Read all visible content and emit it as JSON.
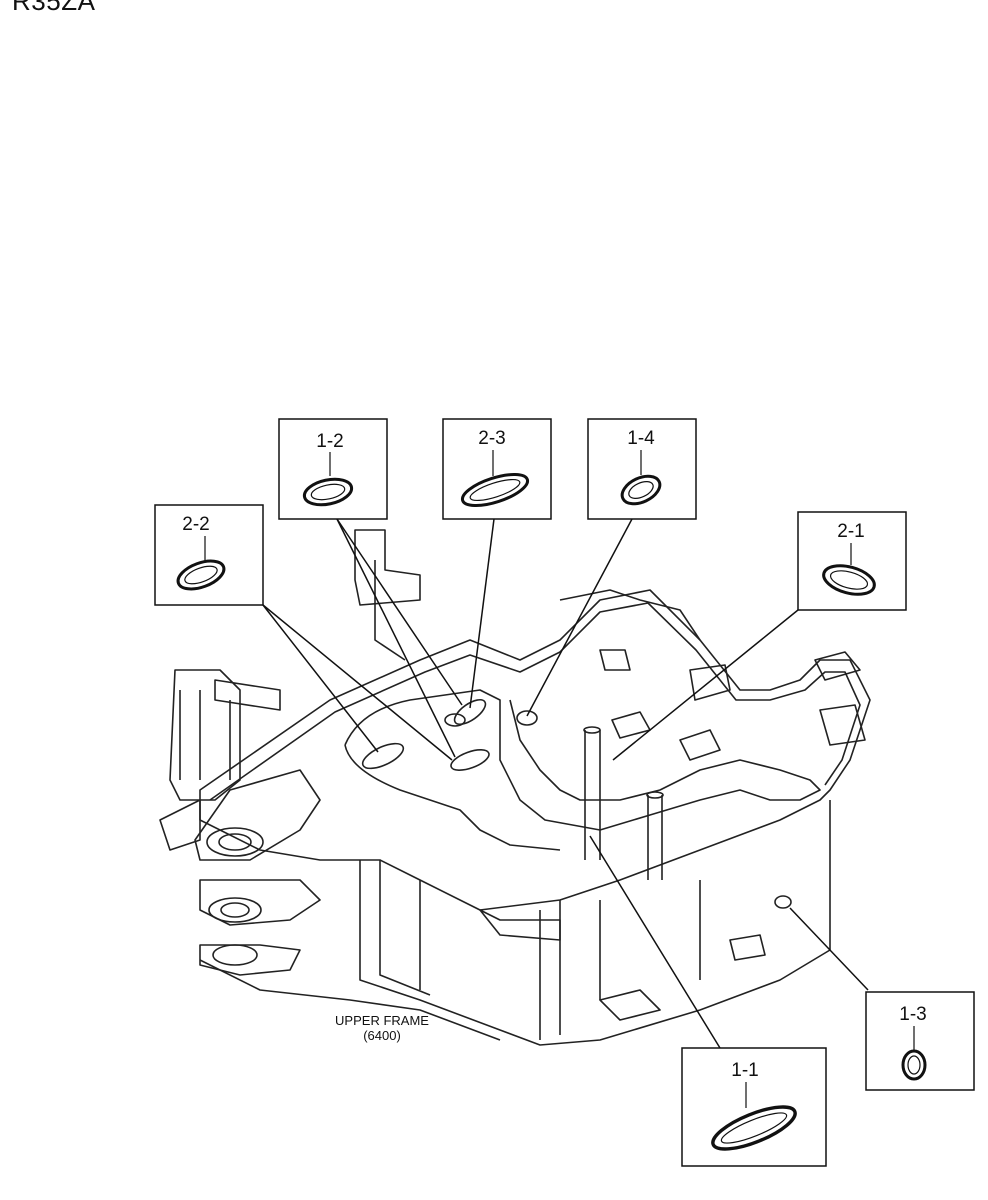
{
  "header": {
    "model": "R35ZA",
    "title": ""
  },
  "frame": {
    "name_line1": "UPPER FRAME",
    "name_line2": "(6400)"
  },
  "callouts": [
    {
      "id": "1-2",
      "label": "1-2"
    },
    {
      "id": "2-3",
      "label": "2-3"
    },
    {
      "id": "1-4",
      "label": "1-4"
    },
    {
      "id": "2-2",
      "label": "2-2"
    },
    {
      "id": "2-1",
      "label": "2-1"
    },
    {
      "id": "1-3",
      "label": "1-3"
    },
    {
      "id": "1-1",
      "label": "1-1"
    }
  ]
}
